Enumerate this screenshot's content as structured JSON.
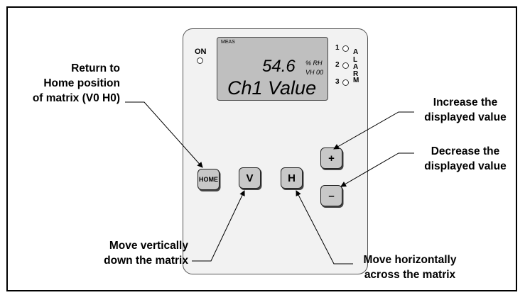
{
  "device": {
    "on_label": "ON",
    "lcd": {
      "meas_label": "MEAS",
      "value": "54.6",
      "unit": "% RH",
      "matrix_pos": "VH 00",
      "channel_text": "Ch1 Value"
    },
    "alarm": {
      "numbers": [
        "1",
        "2",
        "3"
      ],
      "letters": [
        "A",
        "L",
        "A",
        "R",
        "M"
      ]
    },
    "buttons": {
      "home": "HOME",
      "v": "V",
      "h": "H",
      "plus": "+",
      "minus": "–"
    }
  },
  "callouts": {
    "home": [
      "Return to",
      "Home position",
      "of matrix (V0 H0)"
    ],
    "increase": [
      "Increase the",
      "displayed value"
    ],
    "decrease": [
      "Decrease the",
      "displayed value"
    ],
    "vertical": [
      "Move vertically",
      "down the matrix"
    ],
    "horizontal": [
      "Move horizontally",
      "across the matrix"
    ]
  }
}
